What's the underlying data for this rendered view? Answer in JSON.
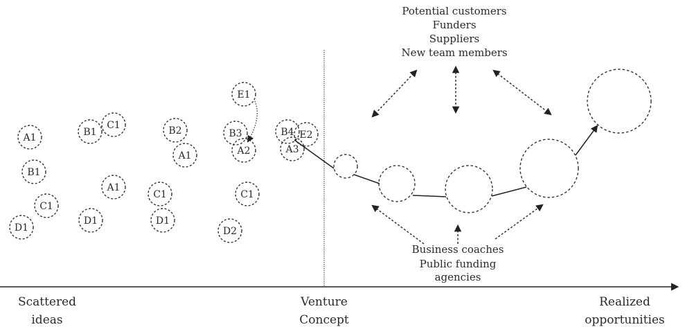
{
  "stakeholders_top": [
    "Potential customers",
    "Funders",
    "Suppliers",
    "New team members"
  ],
  "support_bottom": [
    "Business coaches",
    "Public funding",
    "agencies"
  ],
  "axis_labels": {
    "start": [
      "Scattered",
      "ideas"
    ],
    "middle": [
      "Venture",
      "Concept"
    ],
    "end": [
      "Realized",
      "opportunities"
    ]
  },
  "idea_nodes": [
    "A1",
    "B1",
    "C1",
    "B1",
    "C1",
    "D1",
    "A1",
    "D1",
    "B2",
    "A1",
    "C1",
    "D1",
    "E1",
    "B3",
    "A2",
    "C1",
    "D2",
    "B4",
    "E2",
    "A3"
  ]
}
